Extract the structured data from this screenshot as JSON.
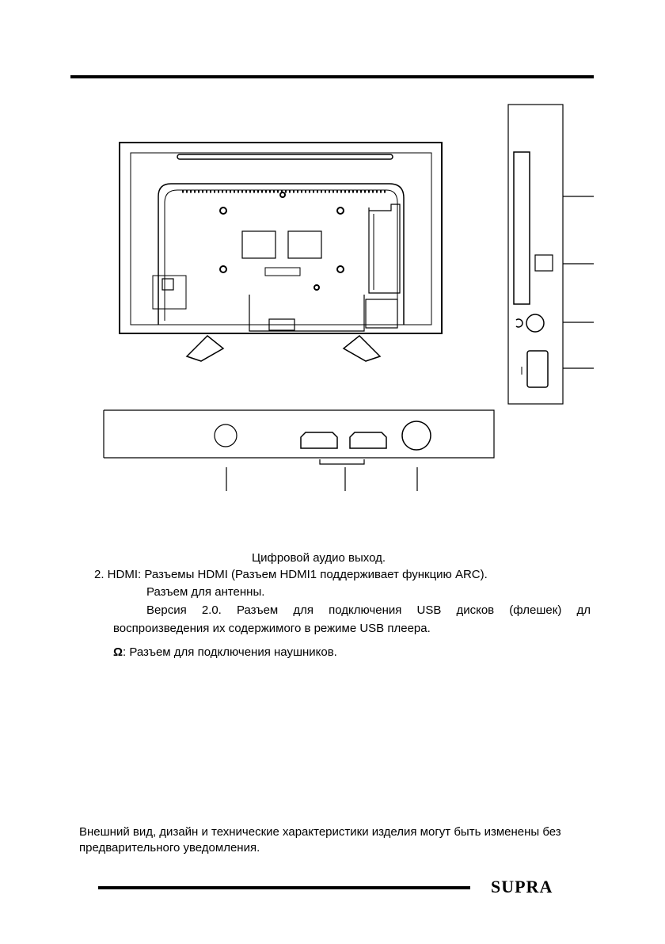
{
  "items": {
    "item1_text": "Цифровой аудио выход.",
    "item2_text": "2. HDMI: Разъемы HDMI (Разъем HDMI1 поддерживает функцию ARC).",
    "item3_text": "Разъем для антенны.",
    "item4_words": [
      "Версия",
      "2.0.",
      "Разъем",
      "для",
      "подключения",
      "USB",
      "дисков",
      "(флешек)",
      "дл"
    ],
    "item4_cont": "воспроизведения их содержимого в режиме USB плеера.",
    "item5_icon": "headphone-icon",
    "item5_text": ": Разъем для подключения наушников."
  },
  "disclaimer": {
    "line1": "Внешний вид, дизайн и технические характеристики изделия могут быть изменены без",
    "line2": "предварительного уведомления."
  },
  "footer": {
    "brand": "SUPRA"
  }
}
